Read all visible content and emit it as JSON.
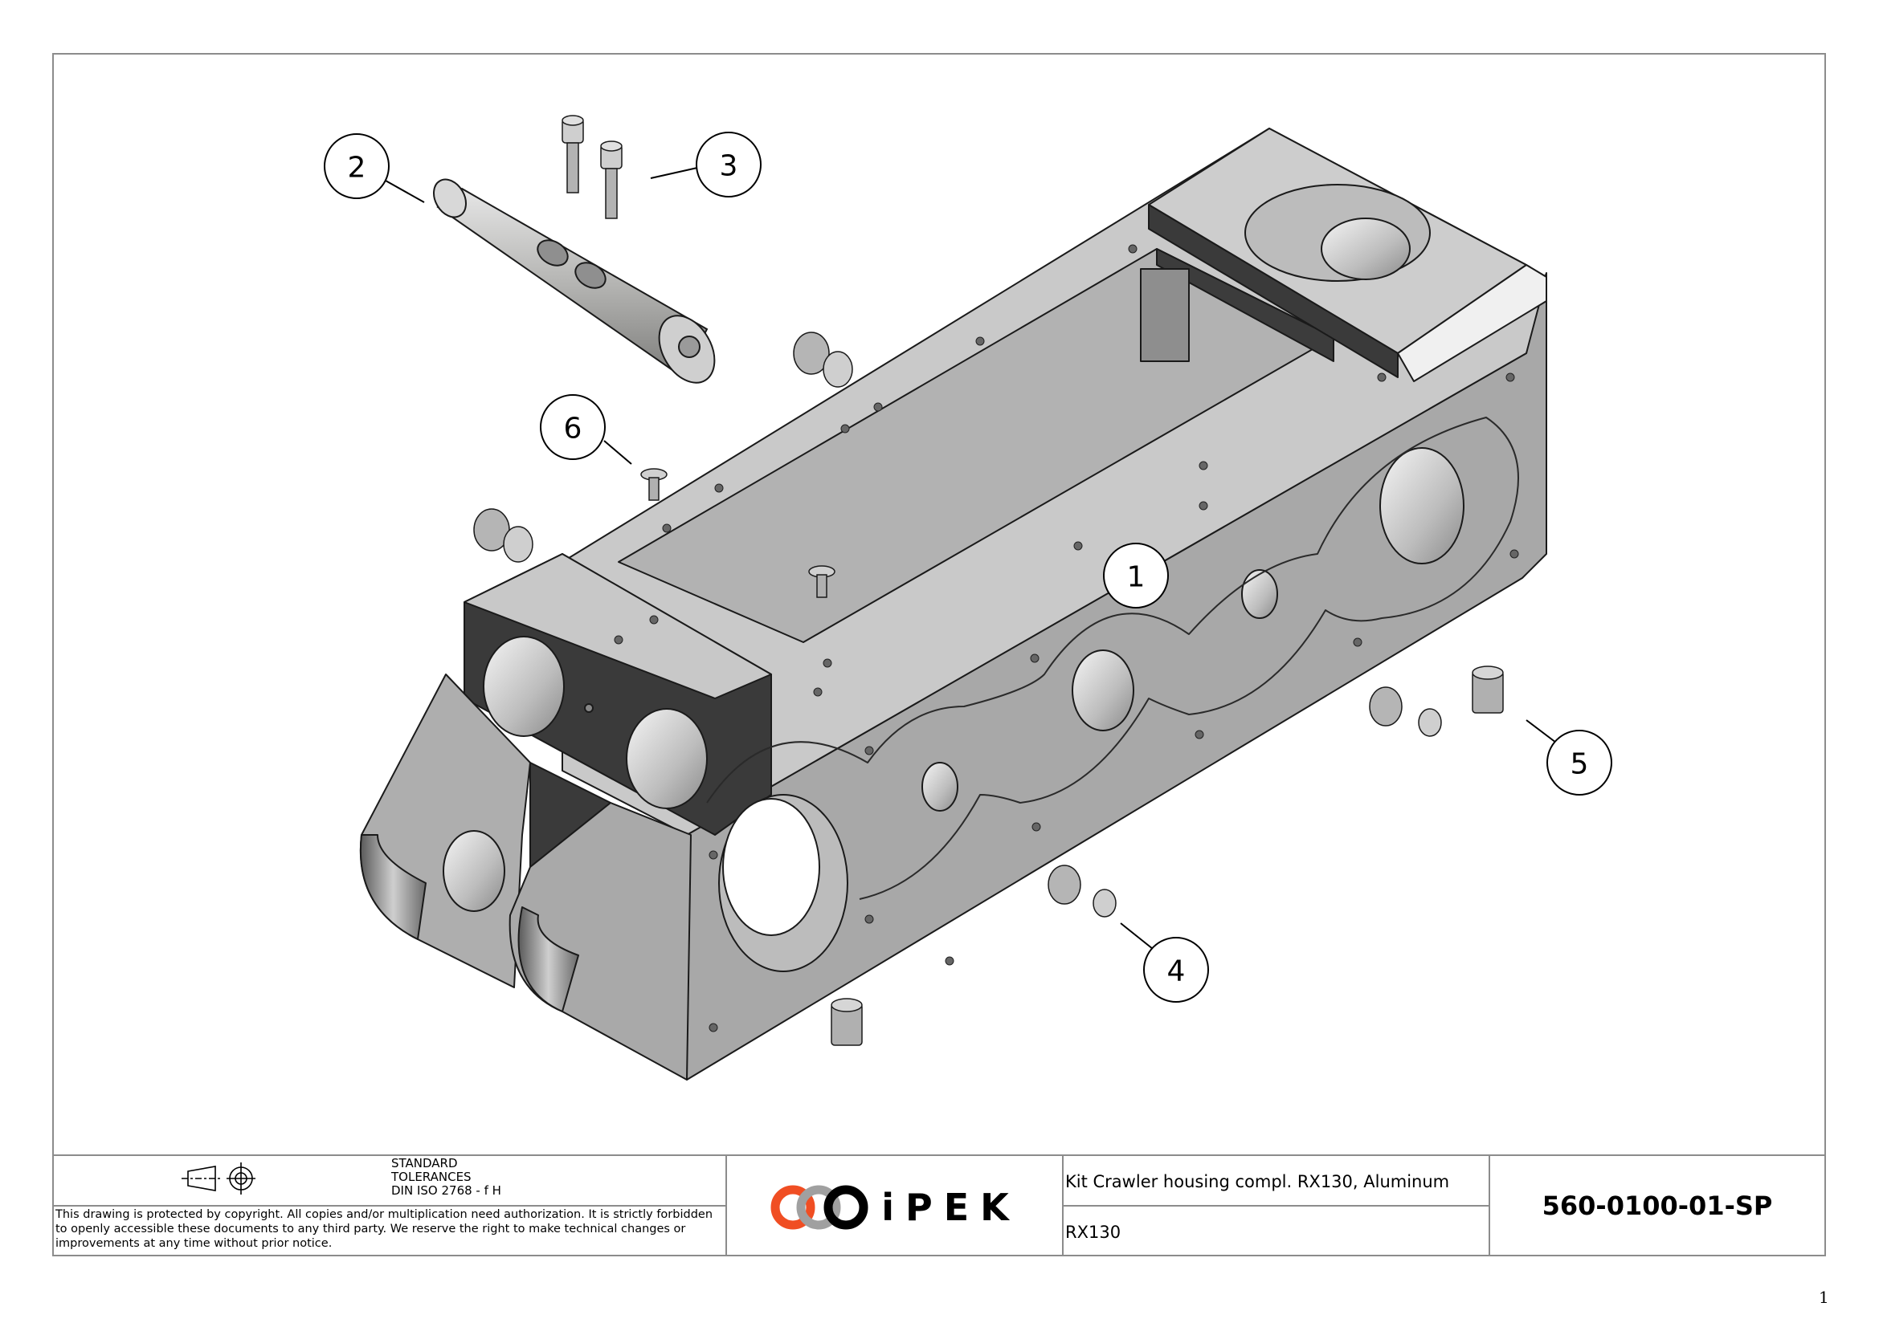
{
  "drawing": {
    "subject": "Exploded isometric view - Crawler housing assembly",
    "balloons": [
      {
        "id": "1",
        "label": "1",
        "part": "Crawler housing"
      },
      {
        "id": "2",
        "label": "2",
        "part": "Pin / axle"
      },
      {
        "id": "3",
        "label": "3",
        "part": "Socket head cap screws (x2)"
      },
      {
        "id": "4",
        "label": "4",
        "part": "Sealing plug with hex socket"
      },
      {
        "id": "5",
        "label": "5",
        "part": "Set screw / threaded plug"
      },
      {
        "id": "6",
        "label": "6",
        "part": "Countersunk screw"
      }
    ],
    "colors": {
      "body_light": "#c8c8c8",
      "body_mid": "#a9a9a9",
      "body_dark": "#3a3a3a",
      "edge": "#1a1a1a",
      "frame": "#8c8c8c"
    }
  },
  "title_block": {
    "projection_symbol": "first-angle-projection-icon",
    "tolerance": {
      "line1": "STANDARD",
      "line2": "TOLERANCES",
      "line3": "DIN ISO 2768 - f H"
    },
    "copyright": "This drawing is protected by copyright. All copies and/or multiplication need authorization. It is strictly forbidden to openly accessible these documents to any third party. We reserve the right to make technical changes or improvements at any time without prior notice.",
    "logo": {
      "text": "iPEK",
      "colors": {
        "orange": "#f04e23",
        "gray": "#a0a0a0",
        "black": "#000000"
      }
    },
    "title": "Kit Crawler housing compl. RX130, Aluminum",
    "subtitle": "RX130",
    "document_number": "560-0100-01-SP"
  },
  "page": {
    "number": "1"
  }
}
